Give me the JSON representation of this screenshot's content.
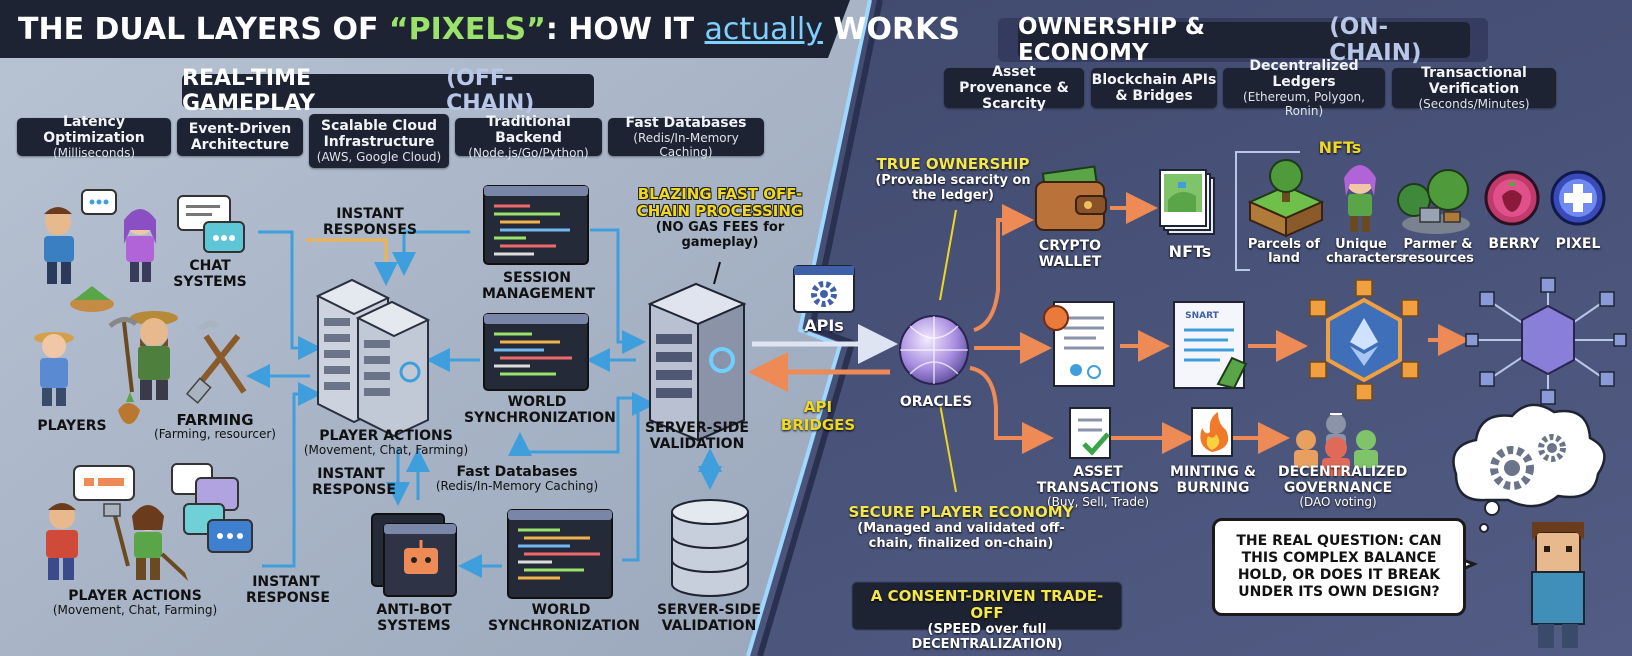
{
  "title": {
    "prefix": "THE DUAL LAYERS OF ",
    "highlight": "“PIXELS”",
    "middle": ": HOW IT ",
    "emphasis": "actually",
    "suffix": " WORKS"
  },
  "left_section": {
    "title": "REAL-TIME GAMEPLAY",
    "tag": "(OFF-CHAIN)"
  },
  "right_section": {
    "title": "OWNERSHIP & ECONOMY",
    "tag": "(ON-CHAIN)"
  },
  "left_features": [
    {
      "title": "Latency Optimization",
      "sub": "(Milliseconds)"
    },
    {
      "title": "Event-Driven Architecture",
      "sub": ""
    },
    {
      "title": "Scalable Cloud Infrastructure",
      "sub": "(AWS, Google Cloud)"
    },
    {
      "title": "Traditional Backend",
      "sub": "(Node.js/Go/Python)"
    },
    {
      "title": "Fast Databases",
      "sub": "(Redis/In-Memory Caching)"
    }
  ],
  "right_features": [
    {
      "title": "Asset Provenance & Scarcity",
      "sub": ""
    },
    {
      "title": "Blockchain APIs & Bridges",
      "sub": ""
    },
    {
      "title": "Decentralized Ledgers",
      "sub": "(Ethereum, Polygon, Ronin)"
    },
    {
      "title": "Transactional Verification",
      "sub": "(Seconds/Minutes)"
    }
  ],
  "left_labels": {
    "chat_systems": "CHAT SYSTEMS",
    "players": "PLAYERS",
    "farming": "FARMING",
    "farming_sub": "(Farming, resourcer)",
    "player_actions_bottom": "PLAYER ACTIONS",
    "player_actions_bottom_sub": "(Movement, Chat, Farming)",
    "instant_responses": "INSTANT RESPONSES",
    "instant_response_bottom": "INSTANT RESPONSE",
    "player_actions_center": "PLAYER ACTIONS",
    "player_actions_center_sub": "(Movement, Chat, Farming)",
    "instant_response_center": "INSTANT RESPONSE",
    "fast_databases": "Fast Databases",
    "fast_databases_sub": "(Redis/In-Memory Caching)",
    "session_management": "SESSION MANAGEMENT",
    "world_sync_top": "WORLD SYNCHRONIZATION",
    "world_sync_bottom": "WORLD SYNCHRONIZATION",
    "anti_bot": "ANTI-BOT SYSTEMS",
    "server_validation_top": "SERVER-SIDE VALIDATION",
    "server_validation_bottom": "SERVER-SIDE VALIDATION",
    "blazing": "BLAZING FAST OFF-CHAIN PROCESSING",
    "blazing_sub": "(NO GAS FEES for gameplay)"
  },
  "bridge_labels": {
    "apis": "APIs",
    "api_bridges": "API BRIDGES",
    "oracles": "ORACLES"
  },
  "right_labels": {
    "true_ownership": "TRUE OWNERSHIP",
    "true_ownership_sub": "(Provable scarcity on the ledger)",
    "crypto_wallet": "CRYPTO WALLET",
    "nfts_stack": "NFTs",
    "nfts_header": "NFTs",
    "nft_items": [
      "Parcels of land",
      "Unique characters",
      "Parmer & resources",
      "BERRY",
      "PIXEL"
    ],
    "smart_doc": "SNART",
    "asset_transactions": "ASSET TRANSACTIONS",
    "asset_transactions_sub": "(Buy, Sell, Trade)",
    "minting": "MINTING & BURNING",
    "governance": "DECENTRALIZED GOVERNANCE",
    "governance_sub": "(DAO voting)",
    "secure_economy": "SECURE PLAYER ECONOMY",
    "secure_economy_sub": "(Managed and validated off-chain, finalized on-chain)",
    "tradeoff": "A CONSENT-DRIVEN TRADE-OFF",
    "tradeoff_sub": "(SPEED over full DECENTRALIZATION)",
    "question": "THE REAL QUESTION: CAN THIS COMPLEX BALANCE HOLD, OR DOES IT BREAK UNDER ITS OWN DESIGN?"
  },
  "colors": {
    "left_bg": "#a9b5c7",
    "right_bg": "#4a5377",
    "title_bg": "#1d2333",
    "arrow_blue": "#3f9fdc",
    "arrow_orange": "#ee8a55",
    "accent_yellow": "#f1d820",
    "accent_green": "#9be26a"
  },
  "icons": [
    "players-icon",
    "chat-bubbles-icon",
    "farmer-icon",
    "tools-icon",
    "server-rack-icon",
    "code-window-icon",
    "server-icon",
    "database-icon",
    "bot-icon",
    "api-gear-icon",
    "oracle-orb-icon",
    "wallet-icon",
    "nft-card-icon",
    "land-icon",
    "character-icon",
    "resources-icon",
    "berry-token-icon",
    "pixel-token-icon",
    "contract-doc-icon",
    "smart-contract-icon",
    "ethereum-network-icon",
    "ledger-network-icon",
    "transaction-doc-icon",
    "fire-icon",
    "dao-people-icon",
    "thought-gears-icon",
    "thinking-character-icon"
  ]
}
